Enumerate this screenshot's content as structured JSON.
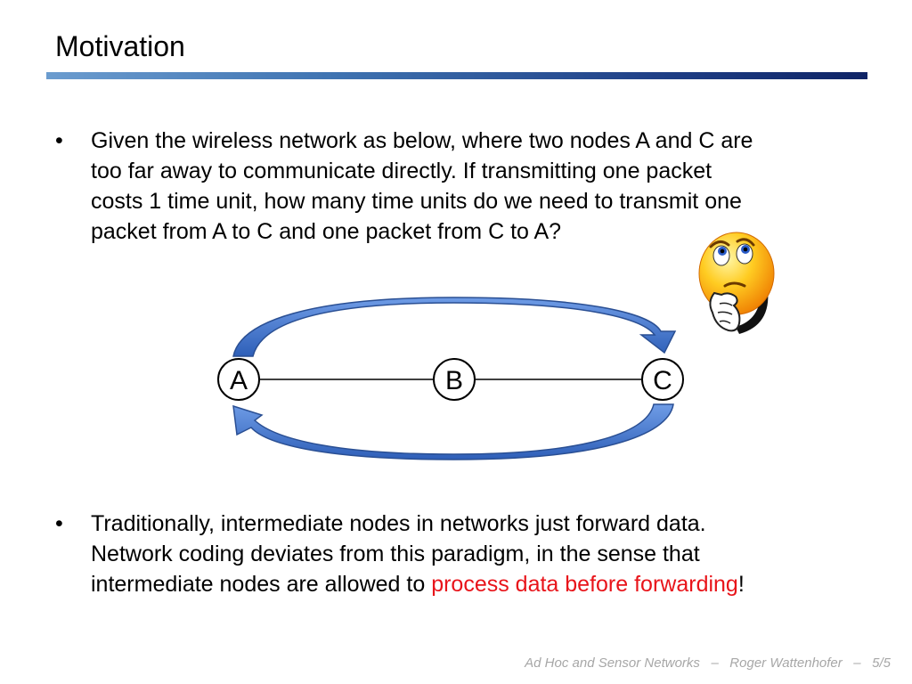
{
  "slide": {
    "title": "Motivation"
  },
  "bullets": [
    {
      "marker": "•",
      "text_lines": [
        "Given the wireless network as below, where two nodes A and C are",
        "too far away to communicate directly. If transmitting one packet",
        "costs 1 time unit, how many time units do we need to transmit one",
        "packet from A to C and one packet from C to A?"
      ]
    },
    {
      "marker": "•",
      "line1": "Traditionally, intermediate nodes in networks just forward data.",
      "line2": "Network coding deviates from this paradigm, in the sense that",
      "line3_before": "intermediate nodes are allowed to ",
      "line3_highlight": "process data before forwarding",
      "line3_after": "!"
    }
  ],
  "diagram": {
    "nodes": [
      "A",
      "B",
      "C"
    ],
    "arrow_color": "#3a6fc4",
    "highlight_color": "#e8141a"
  },
  "footer": {
    "course": "Ad Hoc and Sensor Networks",
    "separator": "–",
    "author": "Roger Wattenhofer",
    "page": "5/5"
  }
}
